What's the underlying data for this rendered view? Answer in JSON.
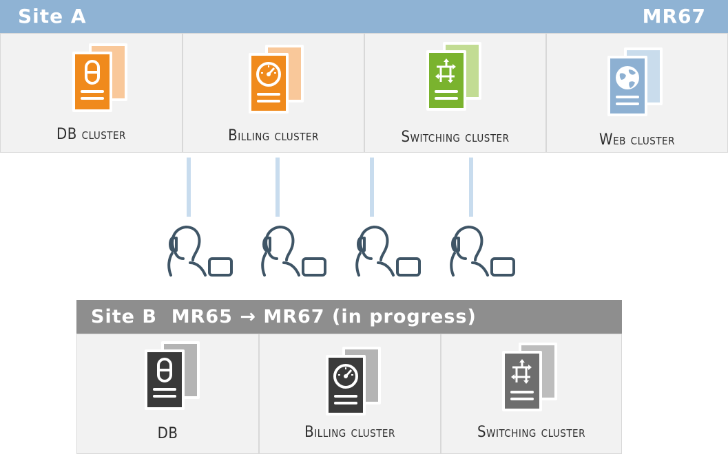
{
  "site_a": {
    "title": "Site A",
    "version": "MR67",
    "clusters": [
      {
        "label": "DB cluster",
        "icon": "db-icon",
        "color": "#f08a1c",
        "back_color": "#f9c89a"
      },
      {
        "label": "Billing cluster",
        "icon": "gauge-icon",
        "color": "#f08a1c",
        "back_color": "#f9c89a"
      },
      {
        "label": "Switching cluster",
        "icon": "switch-arrows-icon",
        "color": "#7ab32e",
        "back_color": "#c2dc93"
      },
      {
        "label": "Web cluster",
        "icon": "globe-icon",
        "color": "#8db0d2",
        "back_color": "#c9dcec"
      }
    ]
  },
  "operators": [
    {
      "icon": "operator-headset-icon"
    },
    {
      "icon": "operator-headset-icon"
    },
    {
      "icon": "operator-headset-icon"
    },
    {
      "icon": "operator-headset-icon"
    }
  ],
  "site_b": {
    "title": "Site B  MR65 → MR67 (in progress)",
    "clusters": [
      {
        "label": "DB",
        "icon": "db-icon",
        "color": "#3a3a3a",
        "back_color": "#b4b4b4"
      },
      {
        "label": "Billing cluster",
        "icon": "gauge-icon",
        "color": "#3a3a3a",
        "back_color": "#b4b4b4"
      },
      {
        "label": "Switching cluster",
        "icon": "switch-arrows-icon",
        "color": "#6e6e6e",
        "back_color": "#bdbdbd"
      }
    ]
  }
}
